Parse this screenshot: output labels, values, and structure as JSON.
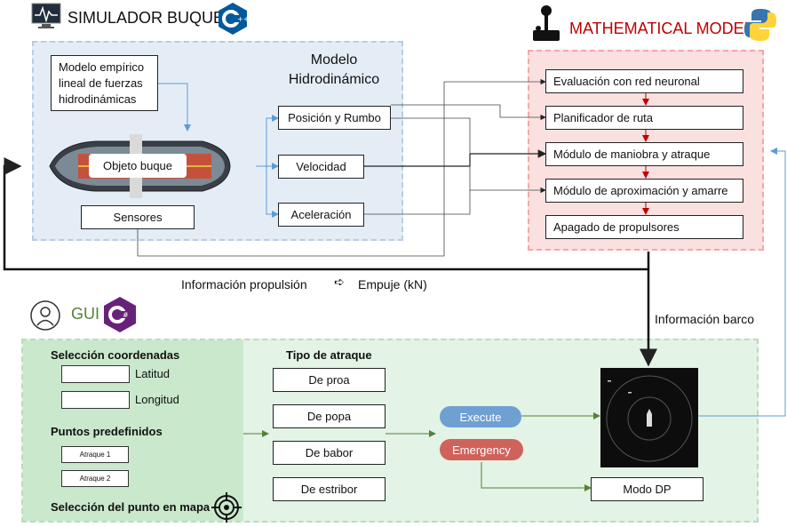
{
  "simulator": {
    "title": "SIMULADOR BUQUE",
    "model_label": "Modelo Hidrodinámico",
    "empirical_model": "Modelo empírico lineal de fuerzas hidrodinámicas",
    "ship_object": "Objeto buque",
    "sensors": "Sensores",
    "outputs": [
      "Posición y Rumbo",
      "Velocidad",
      "Aceleración"
    ]
  },
  "math": {
    "title": "MATHEMATICAL MODEL",
    "modules": [
      "Evaluación con red neuronal",
      "Planificador de ruta",
      "Módulo de maniobra y atraque",
      "Módulo de aproximación y amarre",
      "Apagado de propulsores"
    ]
  },
  "flow": {
    "propulsion_info": "Información propulsión",
    "arrow_glyph": "➪",
    "thrust": "Empuje (kN)",
    "ship_info": "Información barco"
  },
  "gui": {
    "title": "GUI",
    "coord_title": "Selección coordenadas",
    "lat": "Latitud",
    "lon": "Longitud",
    "presets_title": "Puntos predefinidos",
    "presets": [
      "Atraque 1",
      "Atraque 2"
    ],
    "map_select": "Selección del punto en mapa",
    "docking_title": "Tipo de atraque",
    "docking_types": [
      "De proa",
      "De popa",
      "De babor",
      "De estribor"
    ],
    "execute": "Execute",
    "emergency": "Emergency",
    "mode": "Modo DP"
  },
  "colors": {
    "sim_title": "#2f75c0",
    "math_title": "#c00000",
    "gui_title": "#548235",
    "execute": "#6fa0d2",
    "emergency": "#d0625c",
    "red_arrow": "#c00000",
    "green_arrow": "#548235",
    "blue_arrow": "#5b9bd5"
  },
  "icons": [
    "monitor-icon",
    "cpp-logo-icon",
    "joystick-icon",
    "python-logo-icon",
    "user-icon",
    "csharp-logo-icon",
    "target-icon",
    "ship-image",
    "radar-display"
  ]
}
